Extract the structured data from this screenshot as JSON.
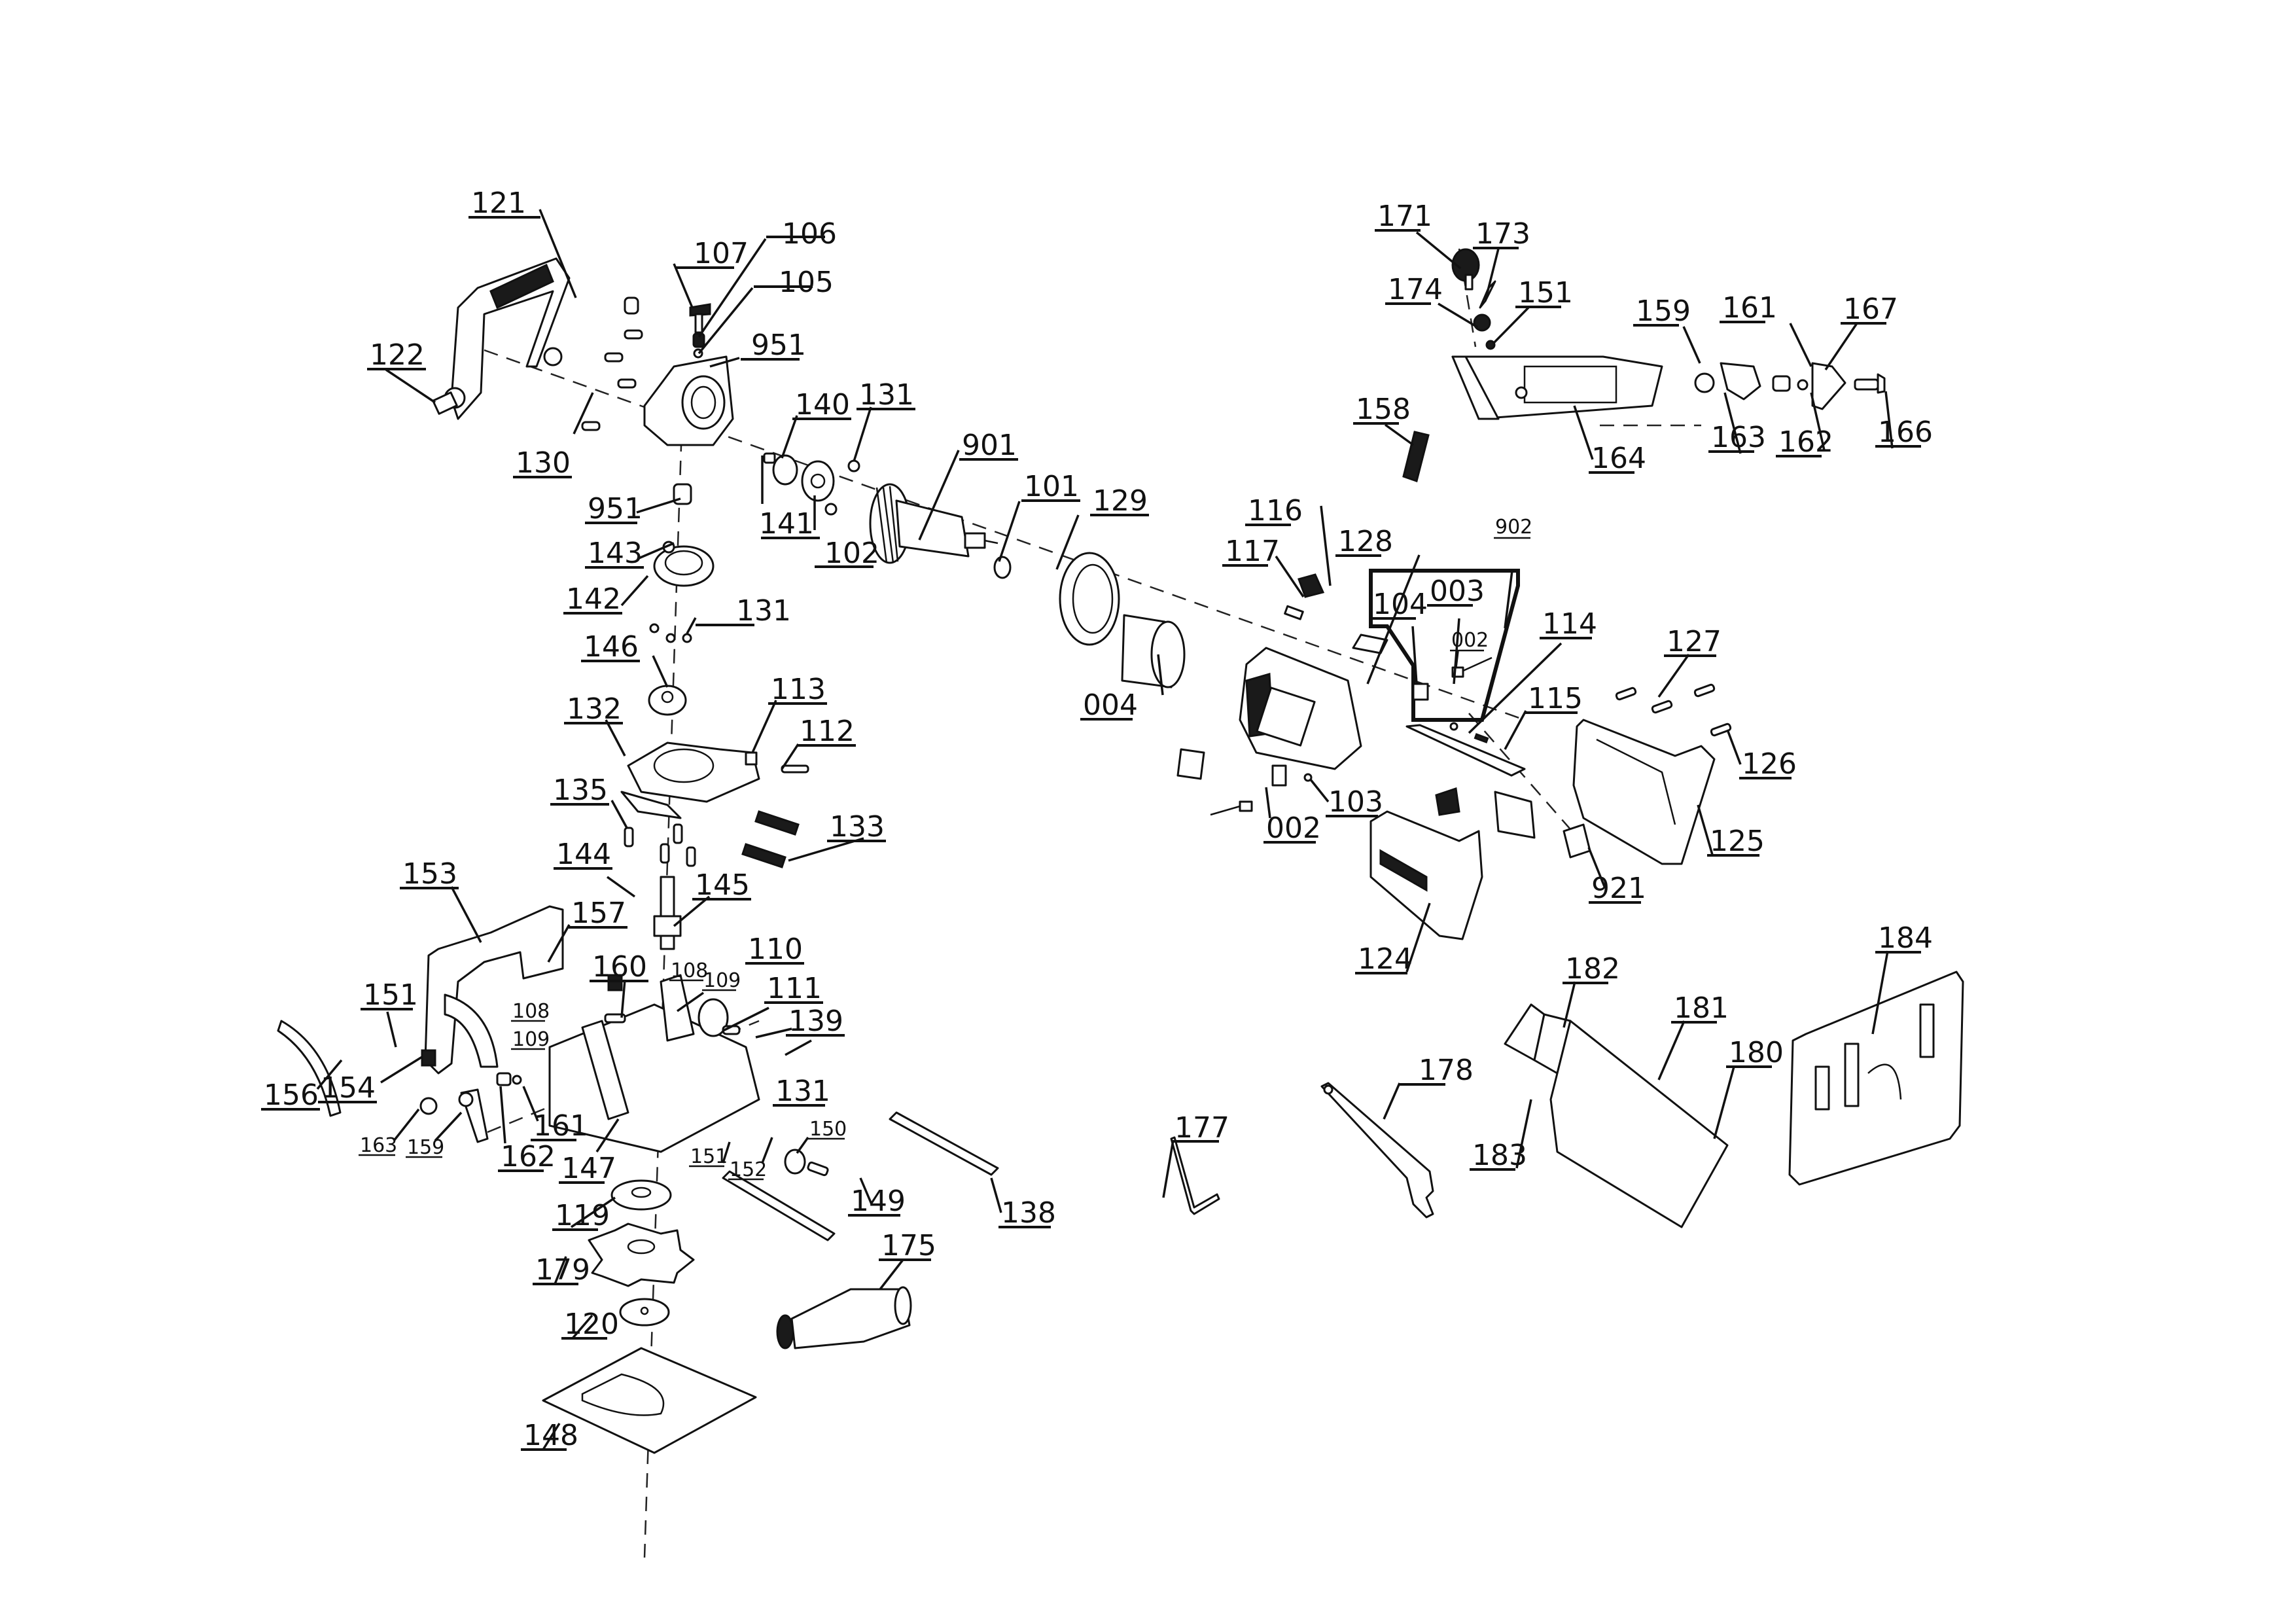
{
  "diagram": {
    "title": "Exploded parts view - biscuit jointer",
    "labels": [
      {
        "id": "121",
        "text": "121"
      },
      {
        "id": "122",
        "text": "122"
      },
      {
        "id": "107",
        "text": "107"
      },
      {
        "id": "106",
        "text": "106"
      },
      {
        "id": "105",
        "text": "105"
      },
      {
        "id": "951a",
        "text": "951"
      },
      {
        "id": "130",
        "text": "130"
      },
      {
        "id": "951b",
        "text": "951"
      },
      {
        "id": "140",
        "text": "140"
      },
      {
        "id": "131a",
        "text": "131"
      },
      {
        "id": "141",
        "text": "141"
      },
      {
        "id": "102",
        "text": "102"
      },
      {
        "id": "901",
        "text": "901"
      },
      {
        "id": "101",
        "text": "101"
      },
      {
        "id": "129",
        "text": "129"
      },
      {
        "id": "143",
        "text": "143"
      },
      {
        "id": "142",
        "text": "142"
      },
      {
        "id": "131b",
        "text": "131"
      },
      {
        "id": "146",
        "text": "146"
      },
      {
        "id": "132",
        "text": "132"
      },
      {
        "id": "113",
        "text": "113"
      },
      {
        "id": "112",
        "text": "112"
      },
      {
        "id": "135",
        "text": "135"
      },
      {
        "id": "133",
        "text": "133"
      },
      {
        "id": "144",
        "text": "144"
      },
      {
        "id": "145",
        "text": "145"
      },
      {
        "id": "153",
        "text": "153"
      },
      {
        "id": "157",
        "text": "157"
      },
      {
        "id": "160",
        "text": "160"
      },
      {
        "id": "108a",
        "text": "108"
      },
      {
        "id": "109a",
        "text": "109"
      },
      {
        "id": "110",
        "text": "110"
      },
      {
        "id": "111",
        "text": "111"
      },
      {
        "id": "139",
        "text": "139"
      },
      {
        "id": "151a",
        "text": "151"
      },
      {
        "id": "108b",
        "text": "108"
      },
      {
        "id": "109b",
        "text": "109"
      },
      {
        "id": "156",
        "text": "156"
      },
      {
        "id": "154",
        "text": "154"
      },
      {
        "id": "163a",
        "text": "163"
      },
      {
        "id": "159a",
        "text": "159"
      },
      {
        "id": "162a",
        "text": "162"
      },
      {
        "id": "161a",
        "text": "161"
      },
      {
        "id": "147",
        "text": "147"
      },
      {
        "id": "151b",
        "text": "151"
      },
      {
        "id": "152",
        "text": "152"
      },
      {
        "id": "150",
        "text": "150"
      },
      {
        "id": "131c",
        "text": "131"
      },
      {
        "id": "149",
        "text": "149"
      },
      {
        "id": "138",
        "text": "138"
      },
      {
        "id": "119",
        "text": "119"
      },
      {
        "id": "179",
        "text": "179"
      },
      {
        "id": "175",
        "text": "175"
      },
      {
        "id": "120",
        "text": "120"
      },
      {
        "id": "148",
        "text": "148"
      },
      {
        "id": "171",
        "text": "171"
      },
      {
        "id": "173",
        "text": "173"
      },
      {
        "id": "174",
        "text": "174"
      },
      {
        "id": "151c",
        "text": "151"
      },
      {
        "id": "159b",
        "text": "159"
      },
      {
        "id": "161b",
        "text": "161"
      },
      {
        "id": "167",
        "text": "167"
      },
      {
        "id": "158",
        "text": "158"
      },
      {
        "id": "164",
        "text": "164"
      },
      {
        "id": "163b",
        "text": "163"
      },
      {
        "id": "162b",
        "text": "162"
      },
      {
        "id": "166",
        "text": "166"
      },
      {
        "id": "116",
        "text": "116"
      },
      {
        "id": "128",
        "text": "128"
      },
      {
        "id": "902",
        "text": "902"
      },
      {
        "id": "117",
        "text": "117"
      },
      {
        "id": "104",
        "text": "104"
      },
      {
        "id": "003",
        "text": "003"
      },
      {
        "id": "002a",
        "text": "002"
      },
      {
        "id": "114",
        "text": "114"
      },
      {
        "id": "127",
        "text": "127"
      },
      {
        "id": "004",
        "text": "004"
      },
      {
        "id": "115",
        "text": "115"
      },
      {
        "id": "126",
        "text": "126"
      },
      {
        "id": "103",
        "text": "103"
      },
      {
        "id": "002b",
        "text": "002"
      },
      {
        "id": "125",
        "text": "125"
      },
      {
        "id": "921",
        "text": "921"
      },
      {
        "id": "124",
        "text": "124"
      },
      {
        "id": "184",
        "text": "184"
      },
      {
        "id": "182",
        "text": "182"
      },
      {
        "id": "181",
        "text": "181"
      },
      {
        "id": "180",
        "text": "180"
      },
      {
        "id": "178",
        "text": "178"
      },
      {
        "id": "177",
        "text": "177"
      },
      {
        "id": "183",
        "text": "183"
      }
    ]
  }
}
